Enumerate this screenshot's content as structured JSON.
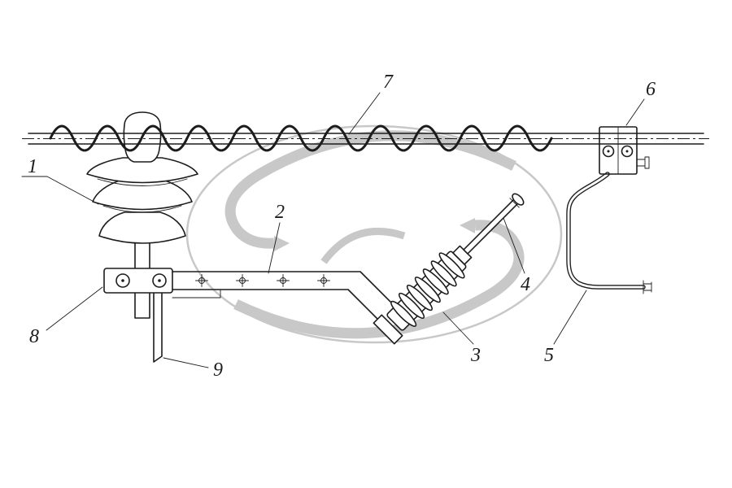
{
  "diagram": {
    "type": "technical-drawing",
    "colors": {
      "background": "#ffffff",
      "line": "#1c1c1c",
      "watermark": "#c8c8c8"
    },
    "callouts": [
      {
        "label": "1"
      },
      {
        "label": "2"
      },
      {
        "label": "3"
      },
      {
        "label": "4"
      },
      {
        "label": "5"
      },
      {
        "label": "6"
      },
      {
        "label": "7"
      },
      {
        "label": "8"
      },
      {
        "label": "9"
      }
    ]
  }
}
